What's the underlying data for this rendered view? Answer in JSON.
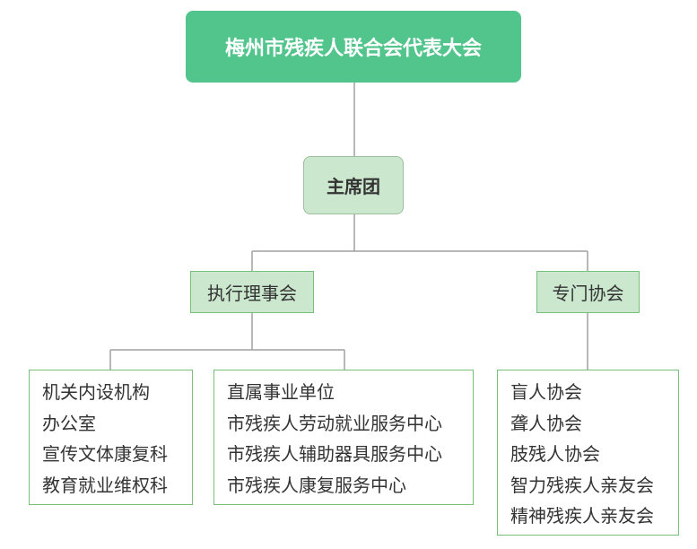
{
  "root": {
    "label": "梅州市残疾人联合会代表大会"
  },
  "presidium": {
    "label": "主席团"
  },
  "executive": {
    "label": "执行理事会"
  },
  "associations": {
    "label": "专门协会"
  },
  "internal_departments": {
    "items": [
      "机关内设机构",
      "办公室",
      "宣传文体康复科",
      "教育就业维权科"
    ]
  },
  "affiliated_units": {
    "items": [
      "直属事业单位",
      "市残疾人劳动就业服务中心",
      "市残疾人辅助器具服务中心",
      "市残疾人康复服务中心"
    ]
  },
  "association_list": {
    "items": [
      "盲人协会",
      "聋人协会",
      "肢残人协会",
      "智力残疾人亲友会",
      "精神残疾人亲友会"
    ]
  },
  "colors": {
    "root_fill": "#52c58c",
    "node_fill": "#cbe7cd",
    "border_green": "#79bf7c",
    "connector": "#a0a0a0",
    "text": "#333333"
  }
}
